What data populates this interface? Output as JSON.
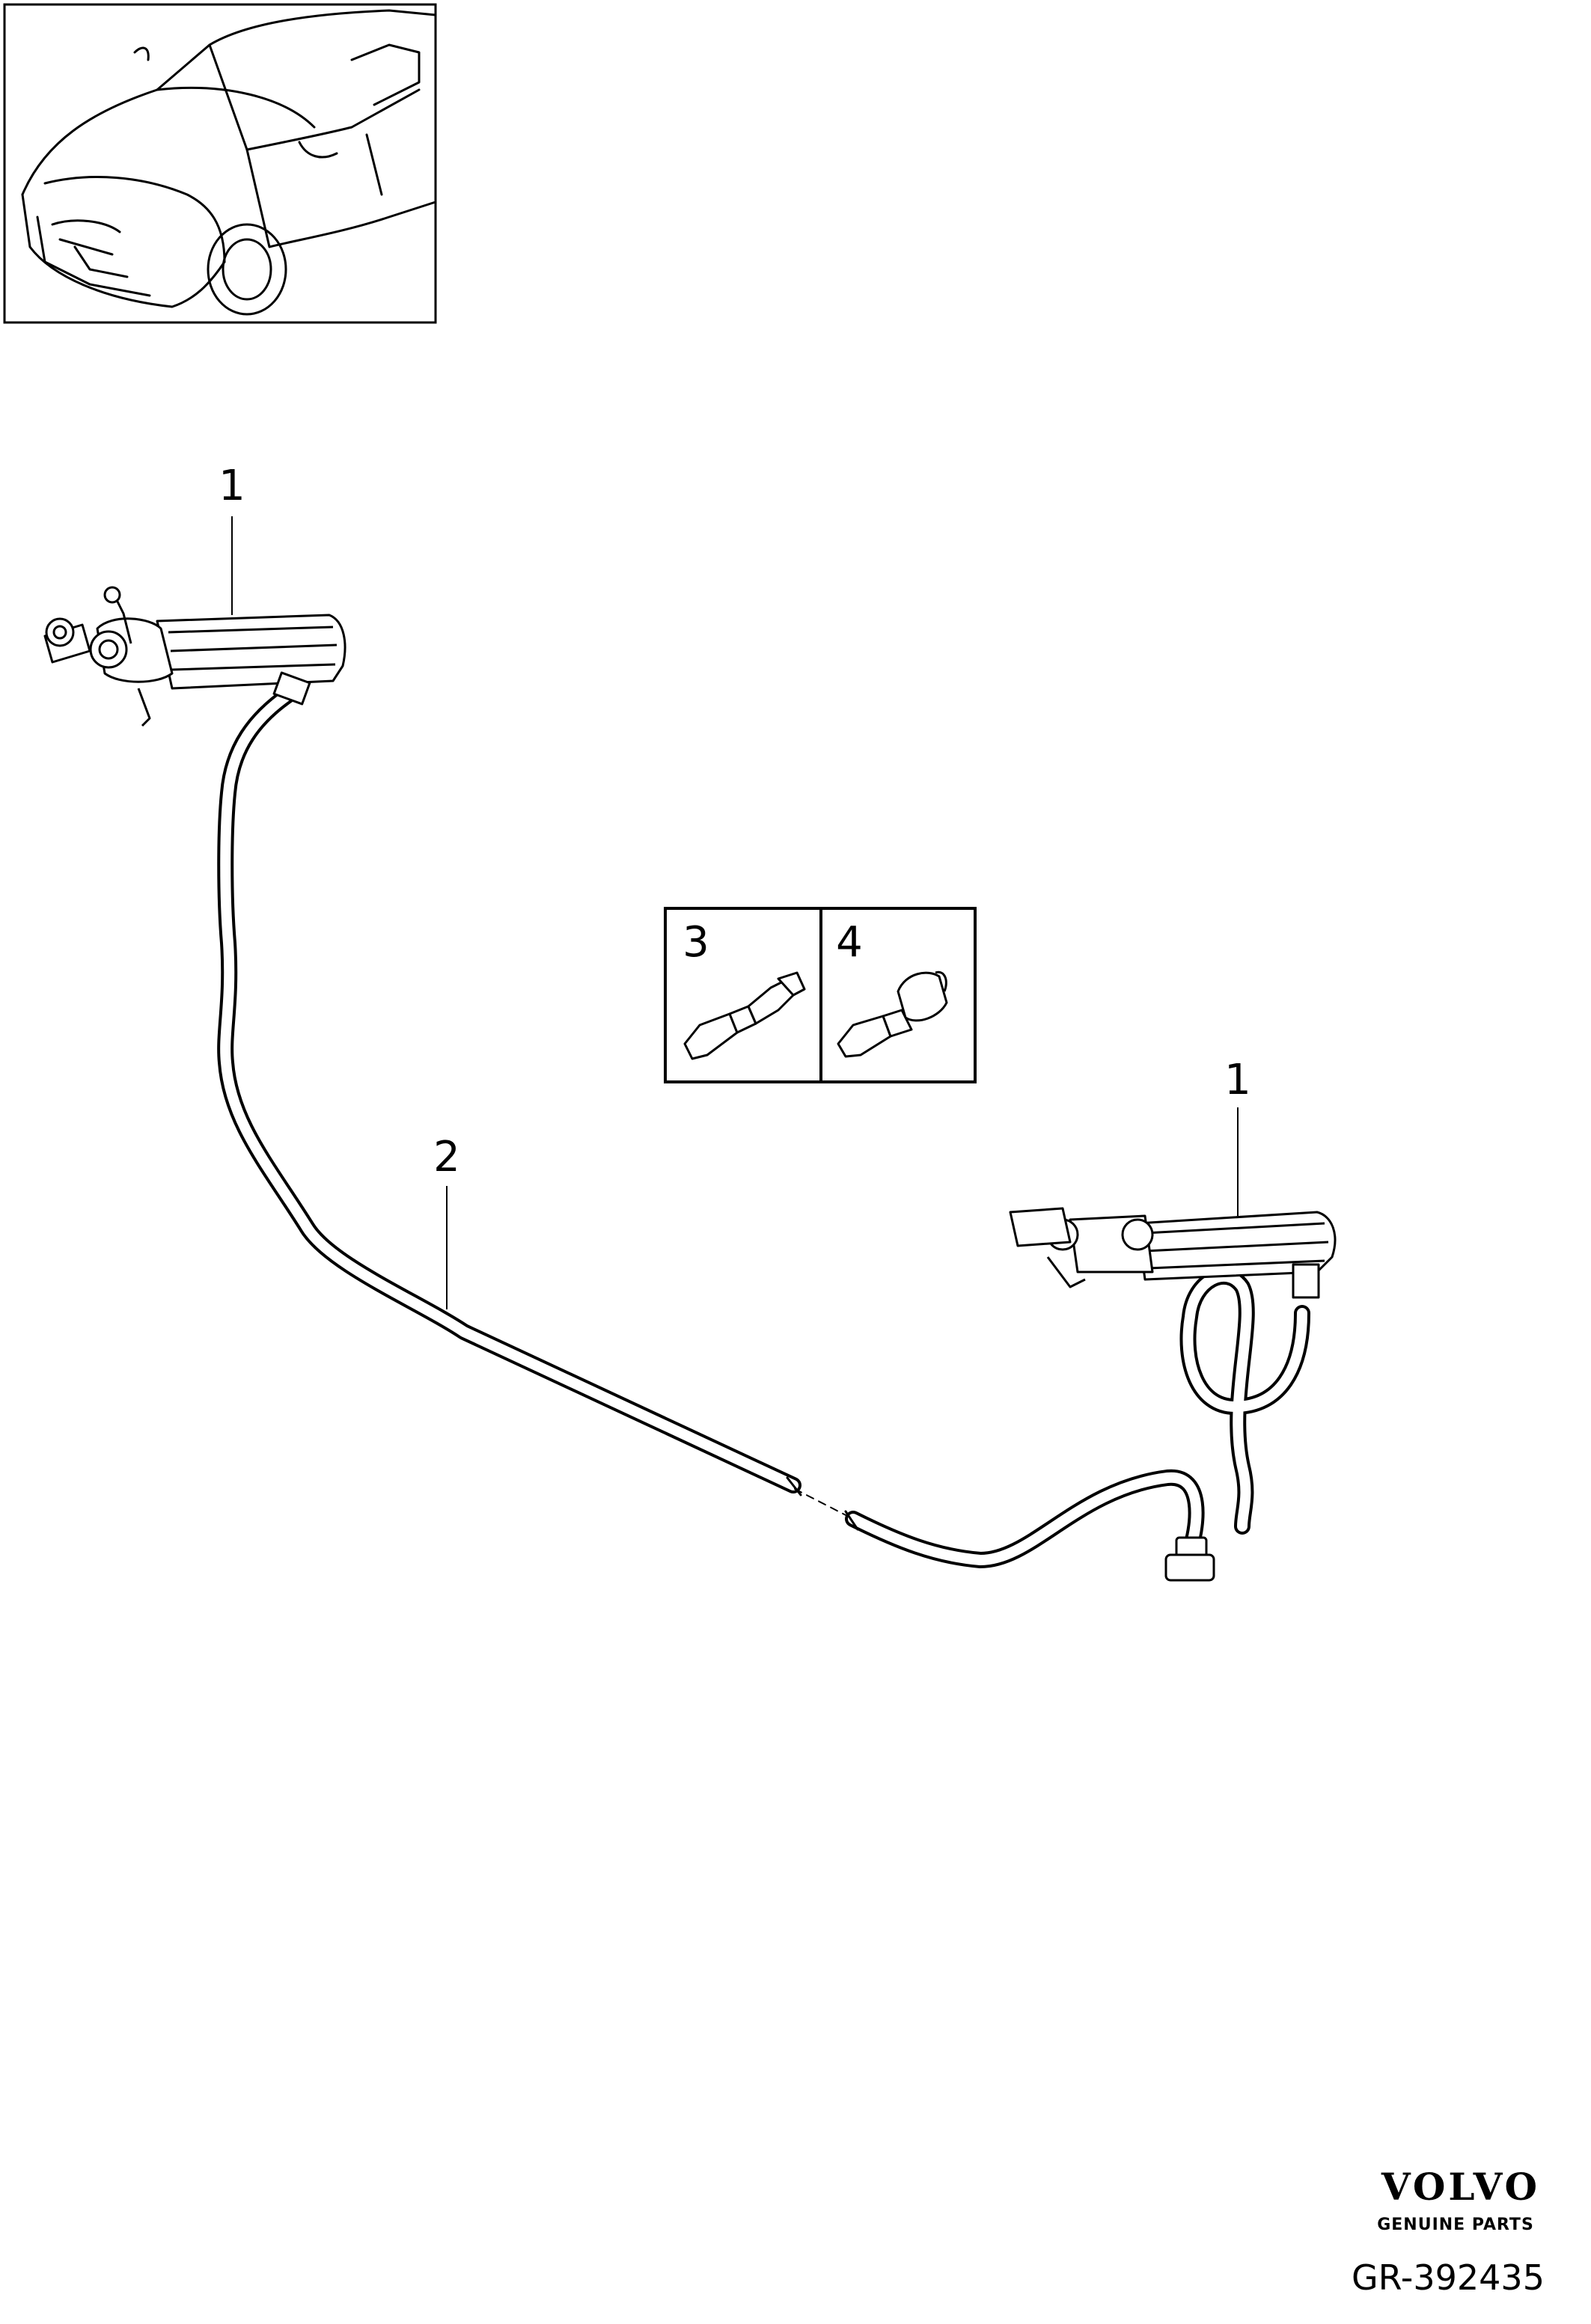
{
  "callouts": {
    "injector_left": "1",
    "hose": "2",
    "connector_straight": "3",
    "connector_elbow": "4",
    "injector_right": "1"
  },
  "logo": {
    "brand": "VOLVO",
    "tagline": "GENUINE PARTS"
  },
  "figure_code": "GR-392435"
}
